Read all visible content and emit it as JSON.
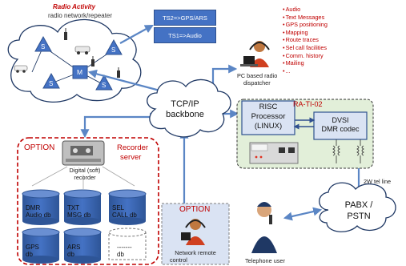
{
  "radio": {
    "title": "Radio Activity",
    "subtitle": "radio network/repeater",
    "node_s": "S",
    "node_m": "M"
  },
  "ts_boxes": [
    "TS2=>GPS/ARS",
    "TS1=>Audio"
  ],
  "dispatcher": {
    "label_line1": "PC based radio",
    "label_line2": "dispatcher"
  },
  "features": [
    "Audio",
    "Text Messages",
    "GPS positioning",
    "Mapping",
    "Route traces",
    "Sel call facilities",
    "Comm. history",
    "Mailing",
    "..."
  ],
  "backbone": {
    "line1": "TCP/IP",
    "line2": "backbone"
  },
  "device": {
    "name": "RA-TI-02",
    "risc_line1": "RISC",
    "risc_line2": "Processor",
    "risc_line3": "(LINUX)",
    "dvsi_line1": "DVSI",
    "dvsi_line2": "DMR codec"
  },
  "recorder": {
    "option": "OPTION",
    "title_line1": "Recorder",
    "title_line2": "server",
    "device_line1": "Digital (soft)",
    "device_line2": "recorder",
    "databases": [
      {
        "line1": "DMR",
        "line2": "Audio db"
      },
      {
        "line1": "TXT",
        "line2": "MSG db"
      },
      {
        "line1": "SEL",
        "line2": "CALL db"
      },
      {
        "line1": "GPS",
        "line2": "db"
      },
      {
        "line1": "ARS",
        "line2": "db"
      },
      {
        "line1": "-------",
        "line2": "db"
      }
    ]
  },
  "remote": {
    "option": "OPTION",
    "line1": "Network remote",
    "line2": "control"
  },
  "pabx": {
    "line1": "PABX /",
    "line2": "PSTN",
    "tel_line": "2W tel line"
  },
  "telephone_user": "Telephone user",
  "colors": {
    "accent_blue": "#4472c4",
    "option_red": "#c00000",
    "panel_green": "#e2efd9",
    "panel_blue": "#dae3f3",
    "arrow_blue": "#5b86c5"
  }
}
